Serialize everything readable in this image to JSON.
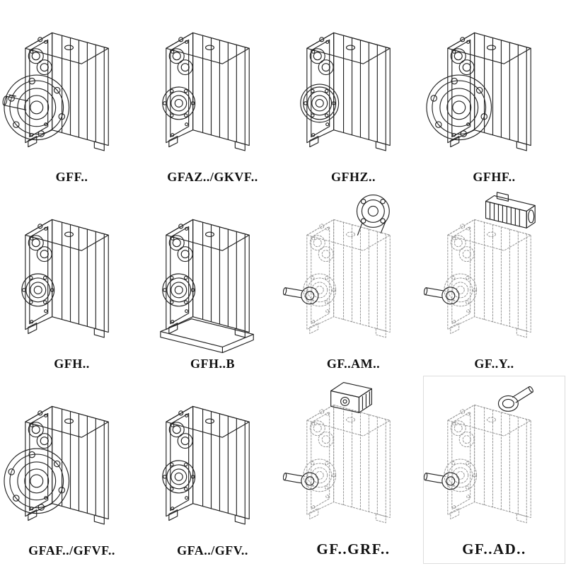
{
  "page": {
    "background": "#ffffff"
  },
  "colors": {
    "ink": "#222222",
    "ghost": "#979797"
  },
  "catalog": {
    "cells": [
      {
        "label": "GFF..",
        "line_style": "solid",
        "variant": "output-flange-with-solid-shaft"
      },
      {
        "label": "GFAZ../GKVF..",
        "line_style": "solid",
        "variant": "hollow-shaft"
      },
      {
        "label": "GFHZ..",
        "line_style": "solid",
        "variant": "hollow-shaft-shrink-disc"
      },
      {
        "label": "GFHF..",
        "line_style": "solid",
        "variant": "flange-hollow-shaft"
      },
      {
        "label": "GFH..",
        "line_style": "solid",
        "variant": "hollow-shaft"
      },
      {
        "label": "GFH..B",
        "line_style": "solid",
        "variant": "foot-mounted-hollow-shaft"
      },
      {
        "label": "GF..AM..",
        "line_style": "dashed",
        "variant": "iec-motor-adapter"
      },
      {
        "label": "GF..Y..",
        "line_style": "dashed",
        "variant": "with-mounted-motor"
      },
      {
        "label": "GFAF../GFVF..",
        "line_style": "solid",
        "variant": "output-flange"
      },
      {
        "label": "GFA../GFV..",
        "line_style": "solid",
        "variant": "hollow-shaft"
      },
      {
        "label": "GF..GRF..",
        "line_style": "dashed",
        "variant": "primary-gear-adapter"
      },
      {
        "label": "GF..AD..",
        "line_style": "dashed",
        "variant": "input-shaft-adapter"
      }
    ]
  }
}
